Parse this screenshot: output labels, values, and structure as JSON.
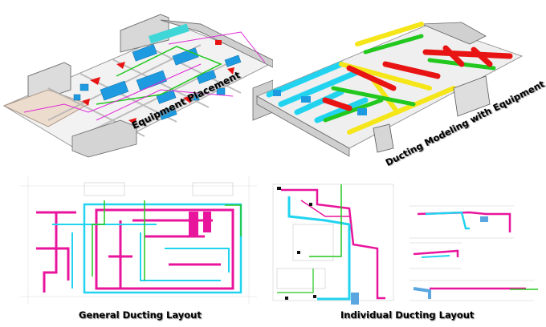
{
  "captions": {
    "equipment_placement": "Equipment Placement",
    "ducting_modeling": "Ducting Modeling with Equipment",
    "general_ducting": "General Ducting Layout",
    "individual_ducting": "Individual Ducting Layout"
  },
  "panels": [
    {
      "id": "equipment-placement",
      "type": "3d-isometric-render",
      "description": "Isometric building model showing blue equipment units with green, magenta and red service lines"
    },
    {
      "id": "ducting-modeling",
      "type": "3d-isometric-render",
      "description": "Isometric building model with cyan, yellow, green and red duct networks"
    },
    {
      "id": "general-ducting-layout",
      "type": "2d-floor-plan",
      "description": "Floor plan with magenta supply and cyan return ducts, green lines"
    },
    {
      "id": "individual-ducting-layout",
      "type": "2d-floor-plan-and-sections",
      "description": "Single duct run plan with three section views"
    }
  ],
  "colors": {
    "equipment_blue": "#1e9be0",
    "duct_cyan": "#22d3f0",
    "duct_magenta": "#e8149c",
    "duct_green": "#22c81e",
    "duct_red": "#e81414",
    "duct_yellow": "#f5e61a",
    "wall_gray": "#b8b8b8",
    "grid_gray": "#c8c8c8"
  }
}
